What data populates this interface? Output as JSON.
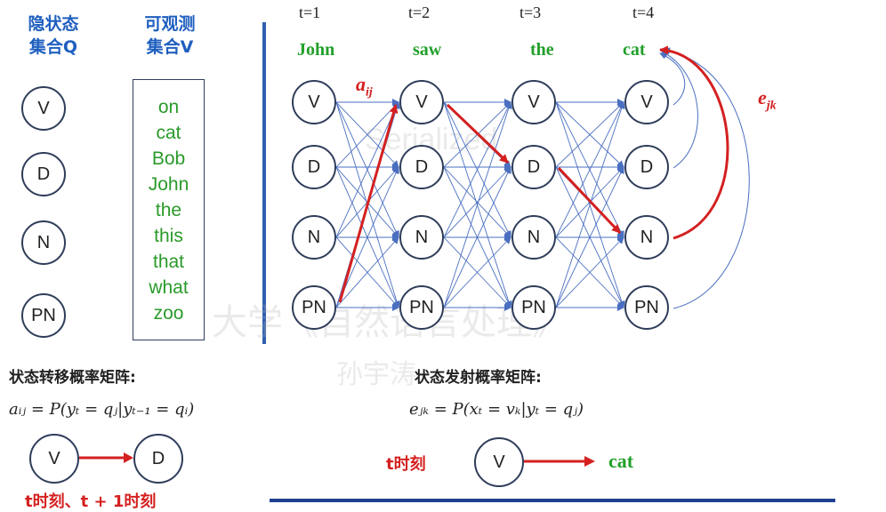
{
  "headers": {
    "hidden_line1": "隐状态",
    "hidden_line2": "集合Q",
    "observed_line1": "可观测",
    "observed_line2": "集合V"
  },
  "hidden_states": [
    "V",
    "D",
    "N",
    "PN"
  ],
  "observed_words": [
    "on",
    "cat",
    "Bob",
    "John",
    "the",
    "this",
    "that",
    "what",
    "zoo"
  ],
  "time_steps": [
    "t=1",
    "t=2",
    "t=3",
    "t=4"
  ],
  "sentence": [
    "John",
    "saw",
    "the",
    "cat"
  ],
  "lattice_states": [
    "V",
    "D",
    "N",
    "PN"
  ],
  "labels": {
    "aij": "a",
    "aij_sub": "ij",
    "ejk": "e",
    "ejk_sub": "jk"
  },
  "transition": {
    "title": "状态转移概率矩阵:",
    "formula": "aᵢⱼ = P(yₜ = qⱼ|yₜ₋₁ = qᵢ)",
    "from_state": "V",
    "to_state": "D",
    "time_label": "t时刻、t + 1时刻"
  },
  "emission": {
    "title": "状态发射概率矩阵:",
    "formula": "eⱼₖ = P(xₜ = vₖ|yₜ = qⱼ)",
    "state": "V",
    "word": "cat",
    "time_label": "t时刻"
  },
  "watermarks": {
    "top": "Serialized",
    "middle": "大学《自然语言处理》",
    "bottom": "孙宇涛"
  },
  "colors": {
    "header_blue": "#1f5fbf",
    "word_green": "#22a02a",
    "highlight_red": "#d42020",
    "edge_blue": "#4a6fc0",
    "divider_blue": "#2f5fb0"
  }
}
